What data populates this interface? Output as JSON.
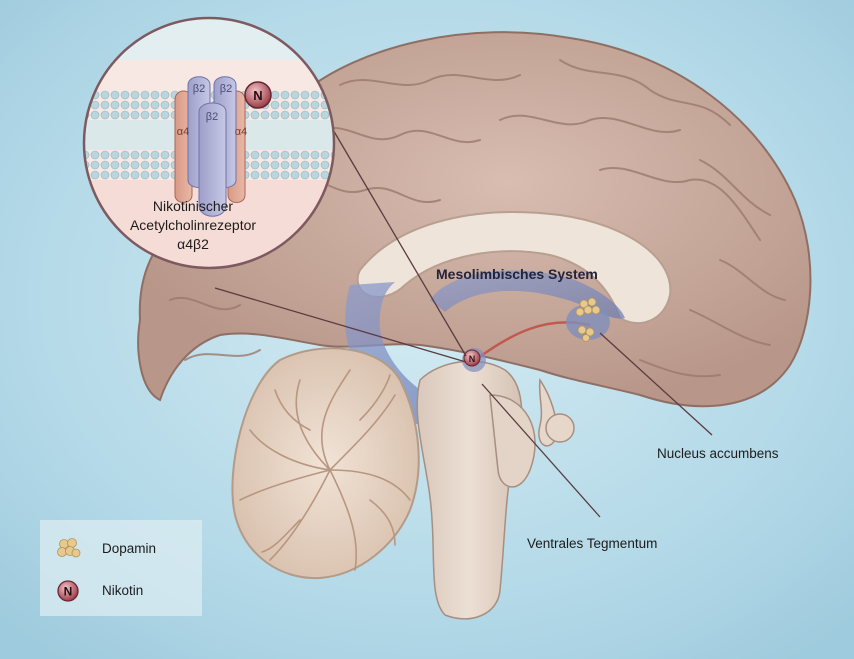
{
  "diagram": {
    "receptor_label": {
      "line1": "Nikotinischer",
      "line2": "Acetylcholinrezeptor",
      "line3": "α4β2"
    },
    "receptor_subunits": [
      "β2",
      "β2",
      "β2",
      "α4",
      "α4"
    ],
    "nicotine_marker": "N",
    "regions": {
      "system": "Mesolimbisches System",
      "nucleus": "Nucleus accumbens",
      "ventral": "Ventrales Tegmentum"
    },
    "legend": [
      {
        "label": "Dopamin",
        "icon": "dopamine-cluster-icon"
      },
      {
        "label": "Nikotin",
        "icon": "nicotine-circle-icon",
        "symbol": "N"
      }
    ],
    "colors": {
      "background": "#a9d2e3",
      "brain": "#c7a99a",
      "pathway": "#7f8ebd",
      "nicotine": "#a44a55",
      "dopamine": "#e3c58c"
    }
  }
}
